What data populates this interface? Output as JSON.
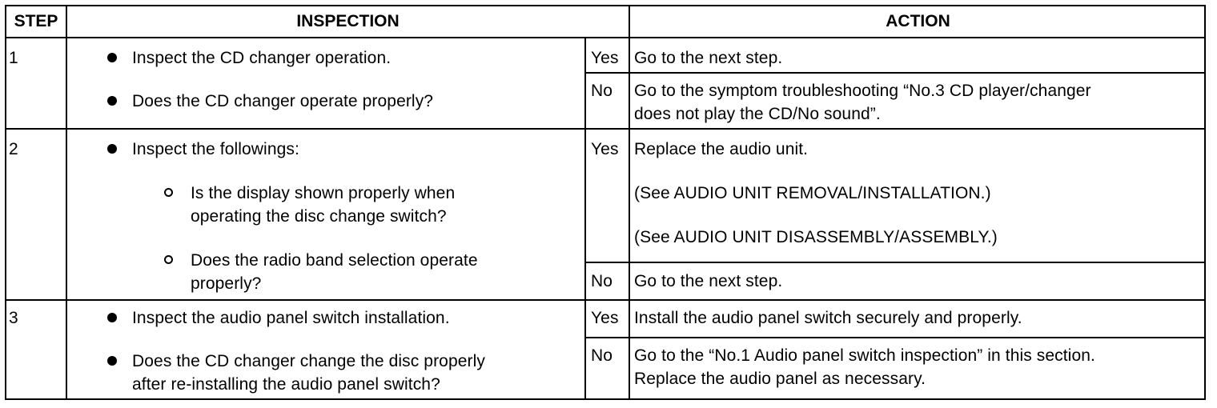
{
  "headers": {
    "step": "STEP",
    "inspection": "INSPECTION",
    "action": "ACTION"
  },
  "steps": [
    {
      "number": "1",
      "bullets": [
        [
          "Inspect the CD changer operation."
        ],
        [
          "Does the CD changer operate properly?"
        ]
      ],
      "outcomes": [
        {
          "answer": "Yes",
          "lines": [
            "Go to the next step."
          ]
        },
        {
          "answer": "No",
          "lines": [
            "Go to the symptom troubleshooting “No.3 CD player/changer",
            "does not play the CD/No sound”."
          ]
        }
      ]
    },
    {
      "number": "2",
      "bullets": [
        [
          "Inspect the followings:"
        ]
      ],
      "subbullets": [
        [
          "Is the display shown properly when",
          "operating the disc change switch?"
        ],
        [
          "Does the radio band selection operate",
          "properly?"
        ]
      ],
      "outcomes": [
        {
          "answer": "Yes",
          "lines": [
            "Replace the audio unit.",
            "(See AUDIO UNIT REMOVAL/INSTALLATION.)",
            "(See AUDIO UNIT DISASSEMBLY/ASSEMBLY.)"
          ]
        },
        {
          "answer": "No",
          "lines": [
            "Go to the next step."
          ]
        }
      ]
    },
    {
      "number": "3",
      "bullets": [
        [
          "Inspect the audio panel switch installation."
        ],
        [
          "Does the CD changer change the disc properly",
          "after re-installing the audio panel switch?"
        ]
      ],
      "outcomes": [
        {
          "answer": "Yes",
          "lines": [
            "Install the audio panel switch securely and properly."
          ]
        },
        {
          "answer": "No",
          "lines": [
            "Go to the “No.1 Audio panel switch inspection” in this section.",
            "Replace the audio panel as necessary."
          ]
        }
      ]
    }
  ]
}
